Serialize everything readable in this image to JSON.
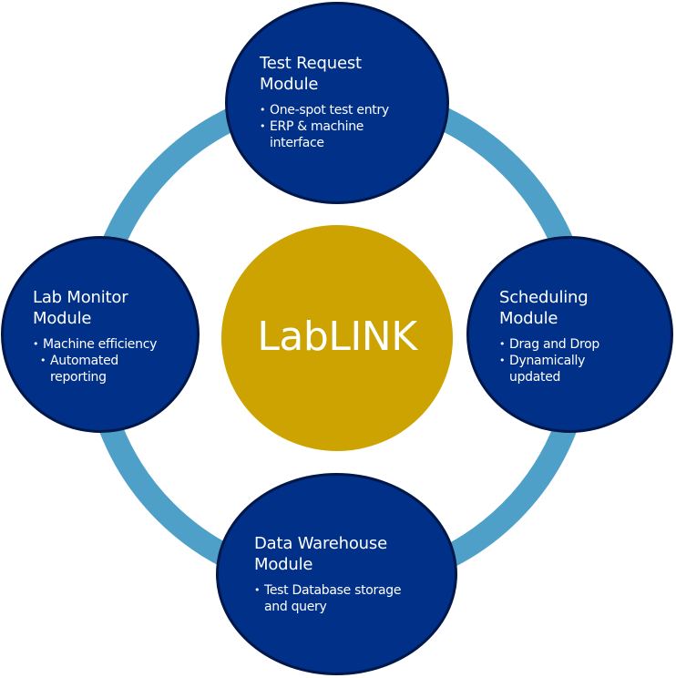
{
  "diagram": {
    "center": {
      "label": "LabLINK"
    },
    "modules": {
      "top": {
        "title_line1": "Test Request",
        "title_line2": "Module",
        "bullets": [
          "One-spot test entry",
          "ERP & machine",
          "interface"
        ]
      },
      "left": {
        "title_line1": "Lab Monitor",
        "title_line2": "Module",
        "bullets": [
          "Machine efficiency",
          "Automated",
          "reporting"
        ]
      },
      "right": {
        "title_line1": "Scheduling",
        "title_line2": "Module",
        "bullets": [
          "Drag and Drop",
          "Dynamically",
          "updated"
        ]
      },
      "bottom": {
        "title_line1": "Data Warehouse",
        "title_line2": "Module",
        "bullets": [
          "Test Database storage",
          "and query"
        ]
      }
    },
    "colors": {
      "module_fill": "#013088",
      "module_border": "#00174a",
      "center_fill": "#cca300",
      "ring": "#4fa0c8",
      "text": "#ffffff"
    }
  }
}
